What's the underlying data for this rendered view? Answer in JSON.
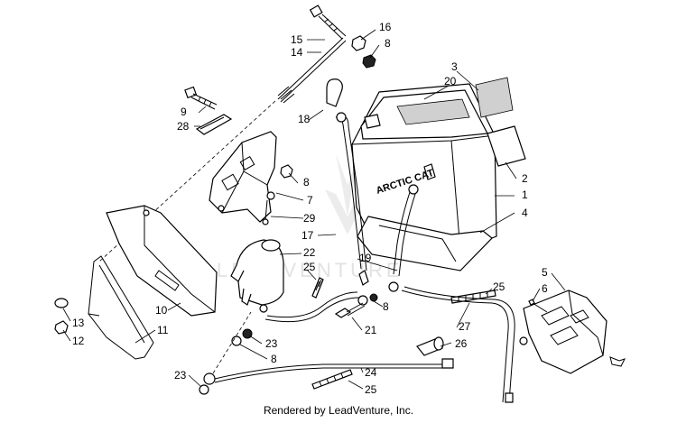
{
  "diagram": {
    "callouts": [
      {
        "id": "c15",
        "label": "15"
      },
      {
        "id": "c14",
        "label": "14"
      },
      {
        "id": "c16",
        "label": "16"
      },
      {
        "id": "c8a",
        "label": "8"
      },
      {
        "id": "c3",
        "label": "3"
      },
      {
        "id": "c20",
        "label": "20"
      },
      {
        "id": "c9",
        "label": "9"
      },
      {
        "id": "c28",
        "label": "28"
      },
      {
        "id": "c18",
        "label": "18"
      },
      {
        "id": "c8b",
        "label": "8"
      },
      {
        "id": "c7",
        "label": "7"
      },
      {
        "id": "c29",
        "label": "29"
      },
      {
        "id": "c2",
        "label": "2"
      },
      {
        "id": "c1",
        "label": "1"
      },
      {
        "id": "c4",
        "label": "4"
      },
      {
        "id": "c17",
        "label": "17"
      },
      {
        "id": "c22",
        "label": "22"
      },
      {
        "id": "c25a",
        "label": "25"
      },
      {
        "id": "c19",
        "label": "19"
      },
      {
        "id": "c5",
        "label": "5"
      },
      {
        "id": "c6",
        "label": "6"
      },
      {
        "id": "c25b",
        "label": "25"
      },
      {
        "id": "c8c",
        "label": "8"
      },
      {
        "id": "c10",
        "label": "10"
      },
      {
        "id": "c11",
        "label": "11"
      },
      {
        "id": "c13",
        "label": "13"
      },
      {
        "id": "c12",
        "label": "12"
      },
      {
        "id": "c21",
        "label": "21"
      },
      {
        "id": "c27",
        "label": "27"
      },
      {
        "id": "c23a",
        "label": "23"
      },
      {
        "id": "c8d",
        "label": "8"
      },
      {
        "id": "c26",
        "label": "26"
      },
      {
        "id": "c23b",
        "label": "23"
      },
      {
        "id": "c24",
        "label": "24"
      },
      {
        "id": "c25c",
        "label": "25"
      }
    ],
    "battery_brand": "ARCTIC CAT",
    "watermark": "LEADVENTURE",
    "footer": "Rendered by LeadVenture, Inc."
  }
}
